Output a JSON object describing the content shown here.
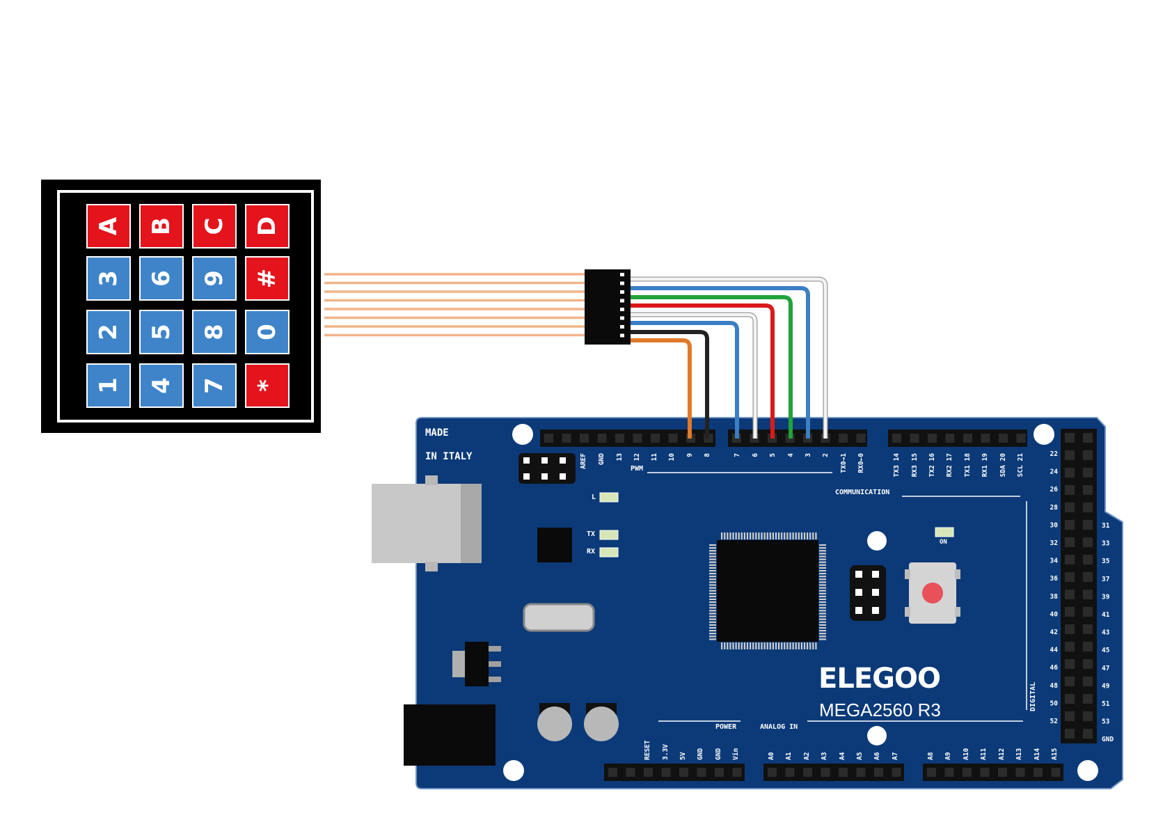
{
  "keypad": {
    "rows": [
      [
        {
          "label": "A",
          "color": "red"
        },
        {
          "label": "B",
          "color": "red"
        },
        {
          "label": "C",
          "color": "red"
        },
        {
          "label": "D",
          "color": "red"
        }
      ],
      [
        {
          "label": "3",
          "color": "blue"
        },
        {
          "label": "6",
          "color": "blue"
        },
        {
          "label": "9",
          "color": "blue"
        },
        {
          "label": "#",
          "color": "red"
        }
      ],
      [
        {
          "label": "2",
          "color": "blue"
        },
        {
          "label": "5",
          "color": "blue"
        },
        {
          "label": "8",
          "color": "blue"
        },
        {
          "label": "0",
          "color": "blue"
        }
      ],
      [
        {
          "label": "1",
          "color": "blue"
        },
        {
          "label": "4",
          "color": "blue"
        },
        {
          "label": "7",
          "color": "blue"
        },
        {
          "label": "*",
          "color": "red"
        }
      ]
    ]
  },
  "board": {
    "made_line1": "MADE",
    "made_line2": "IN ITALY",
    "brand": "ELEGOO",
    "model": "MEGA2560  R3",
    "top_pins": [
      "AREF",
      "GND",
      "13",
      "12",
      "11",
      "10",
      "9",
      "8",
      "7",
      "6",
      "5",
      "4",
      "3",
      "2",
      "TX0→1",
      "RX0←0",
      "TX3 14",
      "RX3 15",
      "TX2 16",
      "RX2 17",
      "TX1 18",
      "RX1 19",
      "SDA 20",
      "SCL 21"
    ],
    "pwm_label": "PWM",
    "comm_label": "COMMUNICATION",
    "power_label": "POWER",
    "analog_label": "ANALOG   IN",
    "digital_label": "DIGITAL",
    "power_pins": [
      "RESET",
      "3.3V",
      "5V",
      "GND",
      "GND",
      "Vin"
    ],
    "analog_pins_a": [
      "A0",
      "A1",
      "A2",
      "A3",
      "A4",
      "A5",
      "A6",
      "A7"
    ],
    "analog_pins_b": [
      "A8",
      "A9",
      "A10",
      "A11",
      "A12",
      "A13",
      "A14",
      "A15"
    ],
    "right_left_labels": [
      "22",
      "24",
      "26",
      "28",
      "30",
      "32",
      "34",
      "36",
      "38",
      "40",
      "42",
      "44",
      "46",
      "48",
      "50",
      "52"
    ],
    "right_right_labels": [
      "31",
      "33",
      "35",
      "37",
      "39",
      "41",
      "43",
      "45",
      "47",
      "49",
      "51",
      "53",
      "GND"
    ],
    "led_l": "L",
    "led_tx": "TX",
    "led_rx": "RX",
    "led_on": "ON"
  },
  "colors": {
    "board_blue": "#0c3a78",
    "key_red": "#e3141c",
    "key_blue": "#3f84c9",
    "ribbon": "#f2b48a",
    "wire_orange": "#e07a2a",
    "wire_black": "#222222",
    "wire_blue": "#3b7fc4",
    "wire_white": "#f4f4f4",
    "wire_red": "#d91a1a",
    "wire_green": "#21a33a"
  },
  "wires": [
    {
      "color": "orange",
      "pin": "9"
    },
    {
      "color": "black",
      "pin": "8"
    },
    {
      "color": "blue",
      "pin": "7"
    },
    {
      "color": "white",
      "pin": "6"
    },
    {
      "color": "red",
      "pin": "5"
    },
    {
      "color": "green",
      "pin": "4"
    },
    {
      "color": "blue",
      "pin": "3"
    },
    {
      "color": "white",
      "pin": "2"
    }
  ]
}
